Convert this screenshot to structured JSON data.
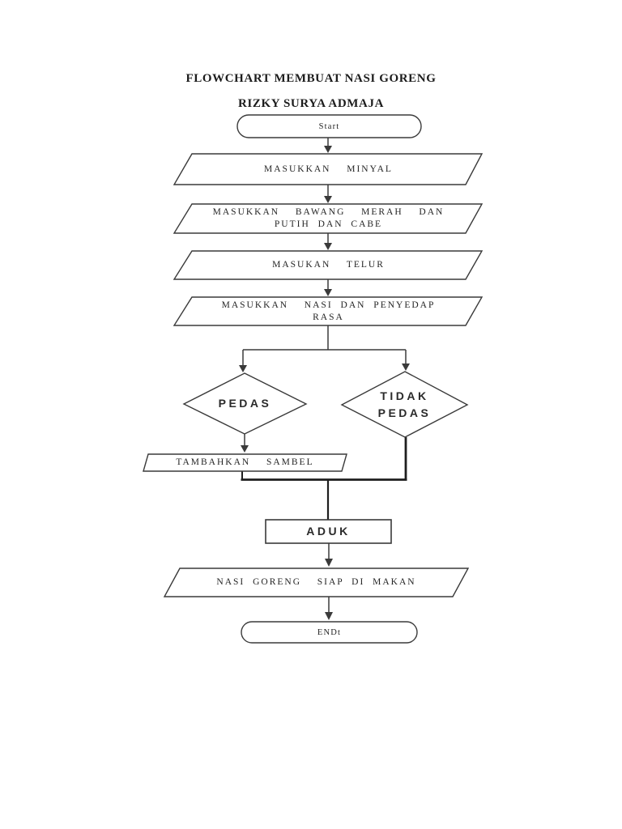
{
  "page": {
    "title": "FLOWCHART MEMBUAT NASI GORENG",
    "subtitle": "RIZKY SURYA ADMAJA"
  },
  "flowchart": {
    "colors": {
      "line_thin": "#3a3a3a",
      "line_thick": "#1e1e1e",
      "text": "#242424",
      "background": "#ffffff"
    },
    "nodes": {
      "start": {
        "type": "terminator",
        "label": "Start"
      },
      "step_minyak": {
        "type": "input-output",
        "label": "MASUKKAN  MINYAL"
      },
      "step_bawang": {
        "type": "input-output",
        "label": "MASUKKAN  BAWANG  MERAH  DAN\nPUTIH DAN CABE"
      },
      "step_telur": {
        "type": "input-output",
        "label": "MASUKAN  TELUR"
      },
      "step_nasi": {
        "type": "input-output",
        "label": "MASUKKAN  NASI DAN PENYEDAP\nRASA"
      },
      "decision_pedas": {
        "type": "decision",
        "label": "PEDAS"
      },
      "decision_tidak_pedas": {
        "type": "decision",
        "label": "TIDAK\nPEDAS"
      },
      "step_sambel": {
        "type": "input-output",
        "label": "TAMBAHKAN  SAMBEL"
      },
      "step_aduk": {
        "type": "process",
        "label": "ADUK"
      },
      "step_siap": {
        "type": "input-output",
        "label": "NASI GORENG  SIAP DI MAKAN"
      },
      "end": {
        "type": "terminator",
        "label": "ENDt"
      }
    }
  }
}
